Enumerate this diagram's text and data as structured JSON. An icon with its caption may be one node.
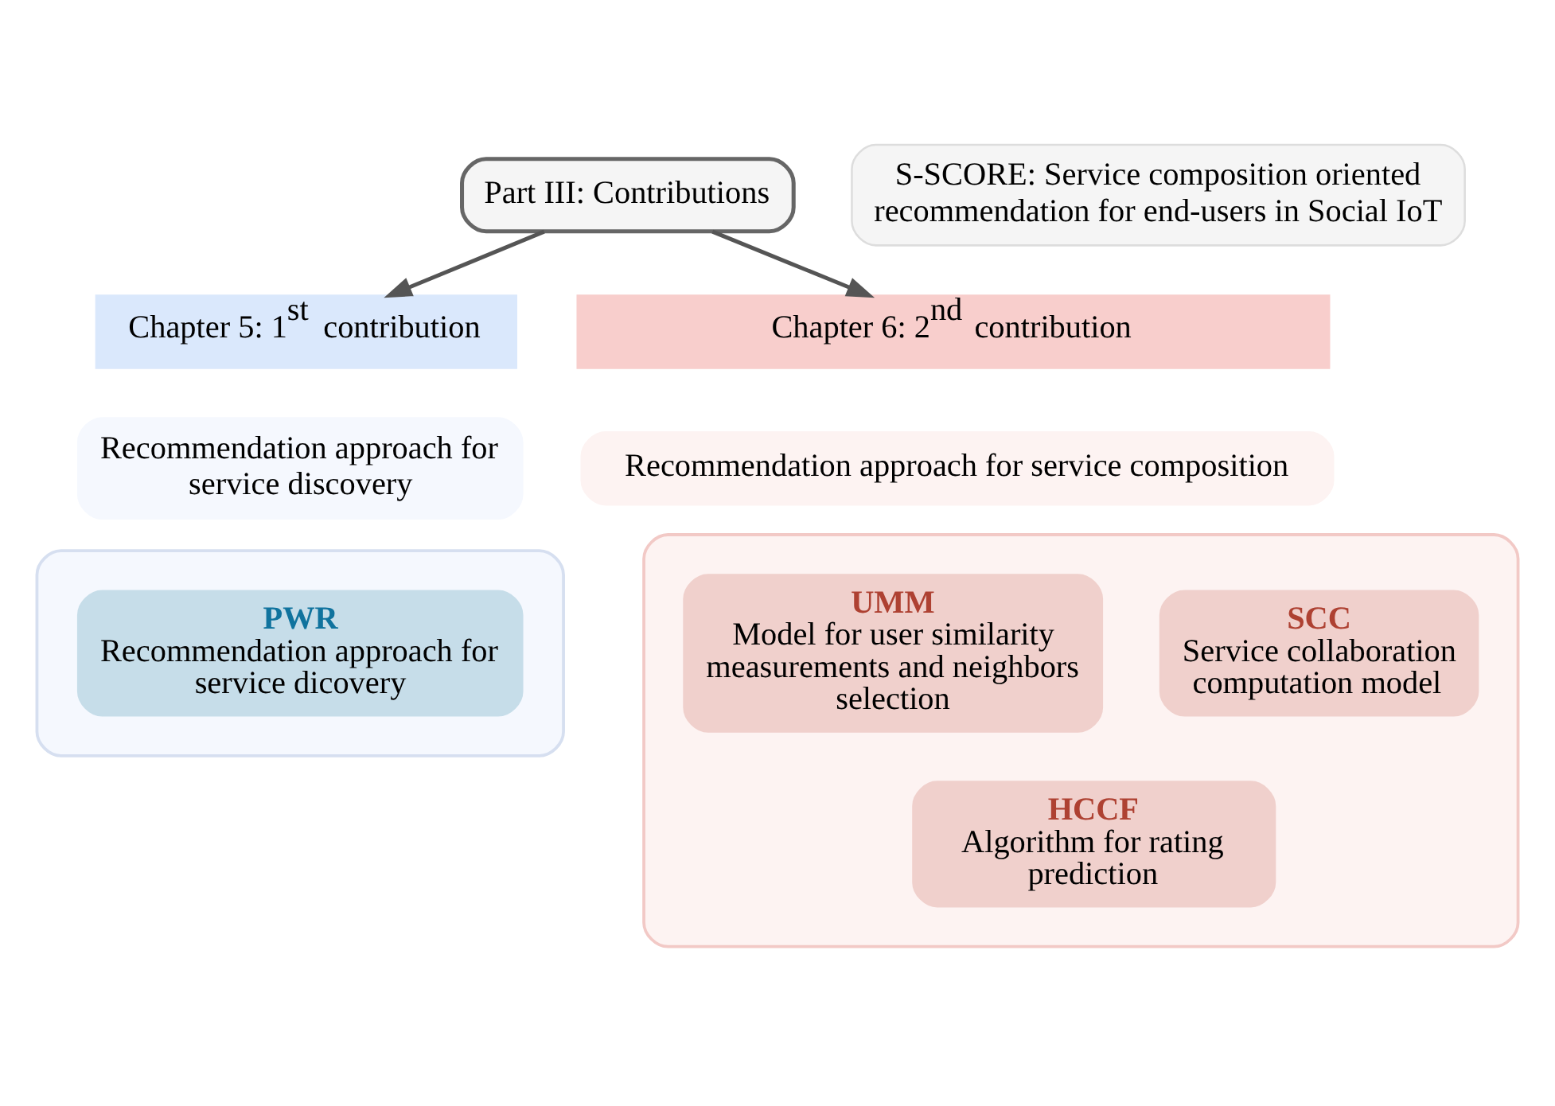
{
  "diagram": {
    "nodes": [
      {
        "text": [
          "Part III: Contributions"
        ]
      },
      {
        "text": [
          "S-SCORE: Service composition oriented recommendation for end-users in Social IoT"
        ]
      },
      {
        "text": [
          "Chapter 5: 1$^{st}$ contribution"
        ]
      },
      {
        "text": [
          "Recommendation approach for service discovery"
        ]
      },
      {
        "text": [],
        "shape": "box"
      },
      {
        "text": [
          "PWR",
          "Recommendation approach for service dicovery"
        ],
        "in": 4
      },
      {
        "text": [
          "Chapter 6: 2$^{nd}$ contribution"
        ]
      },
      {
        "text": [
          "Recommendation approach for service composition"
        ]
      },
      {
        "text": [],
        "shape": "box"
      },
      {
        "text": [
          "UMM",
          "Model for user similarity measurements and neighbors selection"
        ],
        "in": 8
      },
      {
        "text": [
          "SCC",
          "Service collaboration computation model"
        ],
        "in": 8
      },
      {
        "text": [
          "HCCF",
          "Algorithm for rating prediction"
        ],
        "in": 8
      }
    ],
    "edges": [
      {
        "from": 0,
        "to": 2,
        "arrow": "to"
      },
      {
        "from": 0,
        "to": 6,
        "arrow": "to"
      }
    ]
  }
}
